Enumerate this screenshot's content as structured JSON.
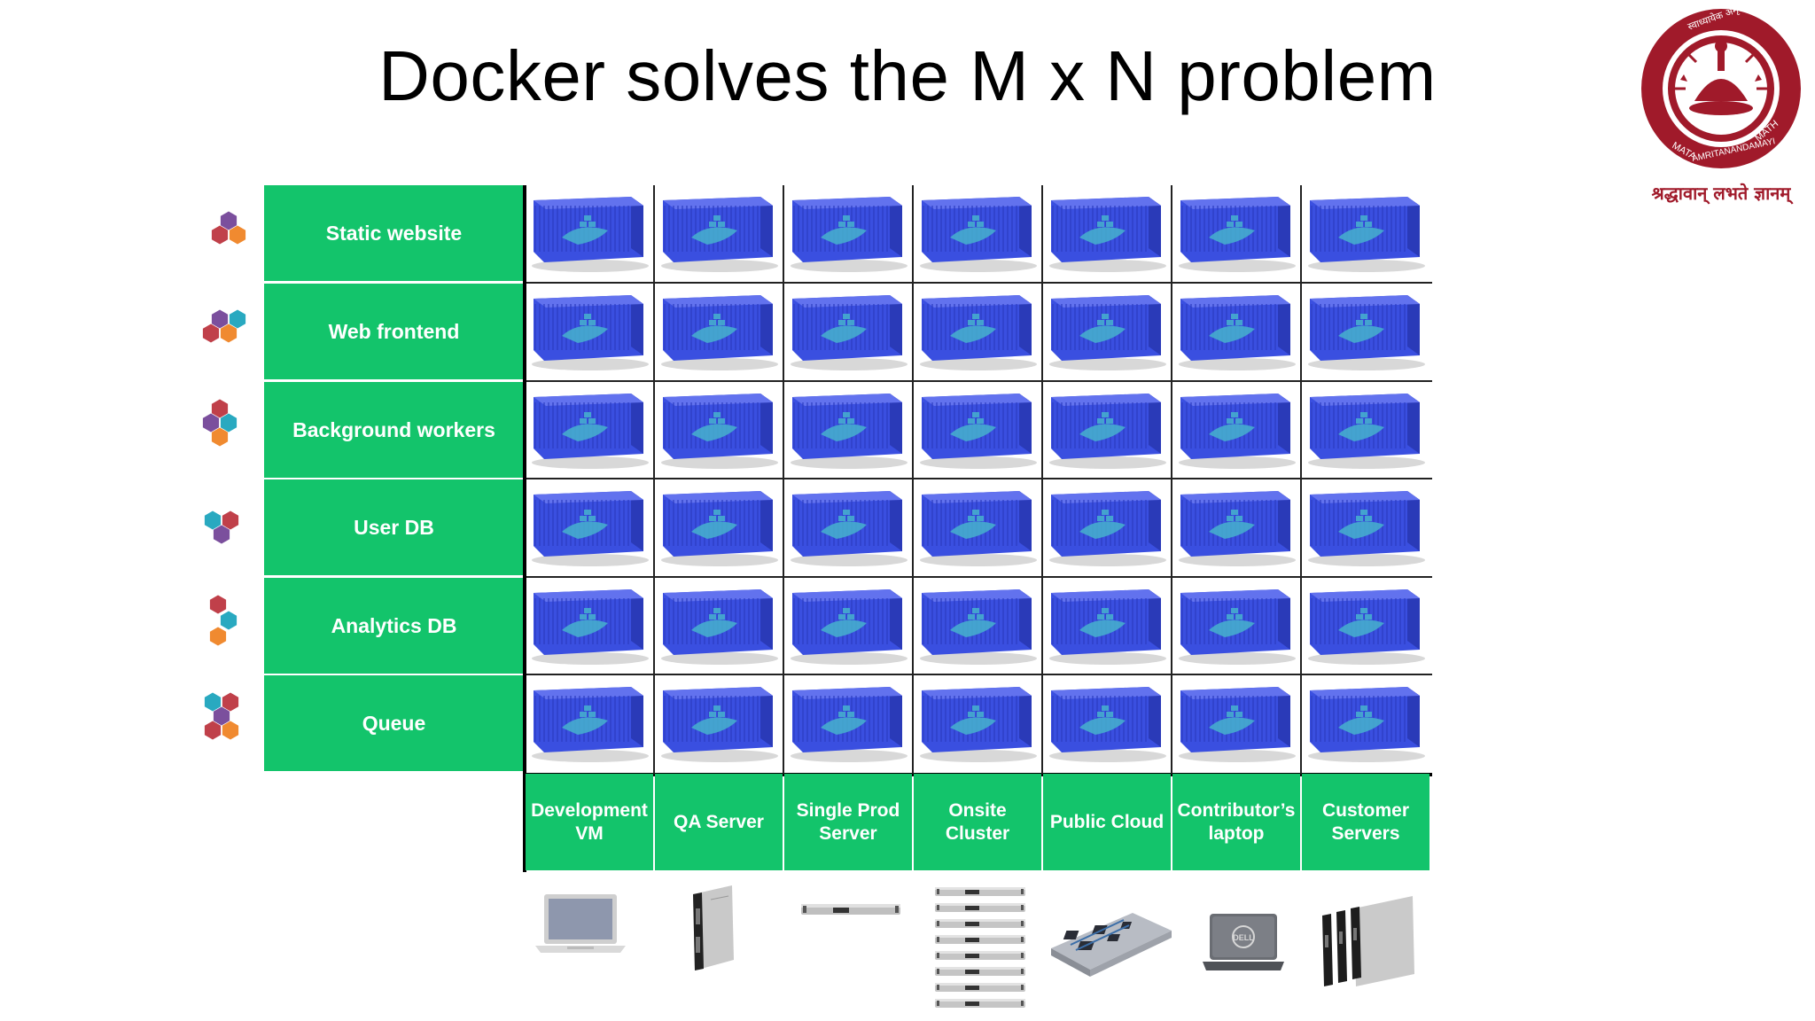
{
  "slide": {
    "title": "Docker solves the M x N problem",
    "logo": {
      "text_top": "स्वाध्यायेक अमृतत्वमाप्तुं",
      "text_left": "MATA",
      "text_bottom": "AMRITANANDAMAYI",
      "text_right": "MATH",
      "motto": "श्रद्धावान् लभते ज्ञानम्"
    }
  },
  "rows": [
    {
      "label": "Static website",
      "icon": "hexagon-cluster-icon"
    },
    {
      "label": "Web frontend",
      "icon": "hexagon-cluster-icon"
    },
    {
      "label": "Background workers",
      "icon": "hexagon-cluster-icon"
    },
    {
      "label": "User DB",
      "icon": "hexagon-cluster-icon"
    },
    {
      "label": "Analytics DB",
      "icon": "hexagon-cluster-icon"
    },
    {
      "label": "Queue",
      "icon": "hexagon-cluster-icon"
    }
  ],
  "columns": [
    {
      "label": "Development VM",
      "icon": "laptop-icon"
    },
    {
      "label": "QA Server",
      "icon": "blade-server-icon"
    },
    {
      "label": "Single Prod Server",
      "icon": "rack-server-icon"
    },
    {
      "label": "Onsite Cluster",
      "icon": "server-cluster-icon"
    },
    {
      "label": "Public Cloud",
      "icon": "motherboard-icon"
    },
    {
      "label": "Contributor’s laptop",
      "icon": "dell-laptop-icon"
    },
    {
      "label": "Customer Servers",
      "icon": "blade-servers-icon"
    }
  ],
  "cell_icon": "docker-container-icon",
  "colors": {
    "green": "#13c46b",
    "container": "#3a4fe0",
    "logo_red": "#a01a2a",
    "purple": "#7b4f9d",
    "red": "#c0404a",
    "orange": "#f08a30",
    "teal": "#29a9c0"
  }
}
